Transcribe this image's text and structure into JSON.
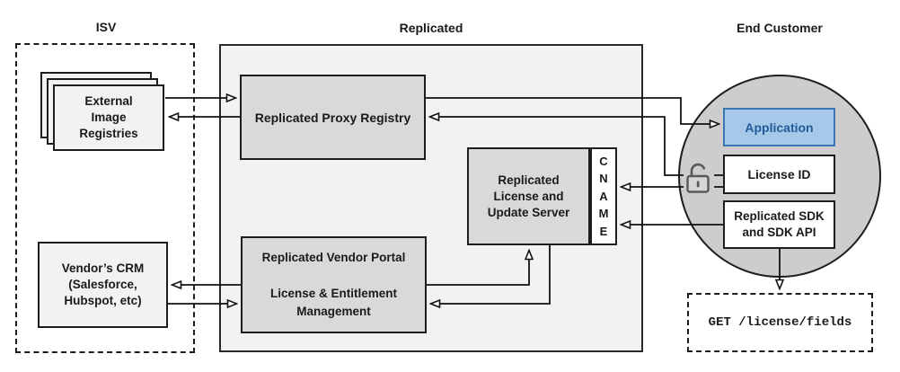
{
  "sections": {
    "isv": {
      "label": "ISV"
    },
    "replicated": {
      "label": "Replicated"
    },
    "end_customer": {
      "label": "End Customer"
    }
  },
  "nodes": {
    "external_registries": {
      "lines": [
        "External",
        "Image",
        "Registries"
      ]
    },
    "vendors_crm": {
      "lines": [
        "Vendor’s CRM",
        "(Salesforce,",
        "Hubspot, etc)"
      ]
    },
    "proxy_registry": {
      "label": "Replicated Proxy Registry"
    },
    "license_update_server": {
      "lines": [
        "Replicated",
        "License and",
        "Update Server"
      ]
    },
    "cname": {
      "letters": [
        "C",
        "N",
        "A",
        "M",
        "E"
      ]
    },
    "vendor_portal": {
      "lines": [
        "Replicated Vendor Portal",
        "",
        "License & Entitlement",
        "Management"
      ]
    },
    "application": {
      "label": "Application"
    },
    "license_id": {
      "label": "License ID"
    },
    "replicated_sdk": {
      "lines": [
        "Replicated SDK",
        "and SDK API"
      ]
    },
    "get_request": {
      "label": "GET /license/fields"
    }
  },
  "icons": {
    "open_padlock": "open-padlock"
  },
  "colors": {
    "panel_fill": "#f2f2f2",
    "node_fill": "#d9d9d9",
    "circle_fill": "#cdcdcd",
    "accent_blue_fill": "#a6c9e9",
    "accent_blue_border": "#3b76b2",
    "accent_blue_text": "#1f5c99",
    "line": "#111111"
  }
}
